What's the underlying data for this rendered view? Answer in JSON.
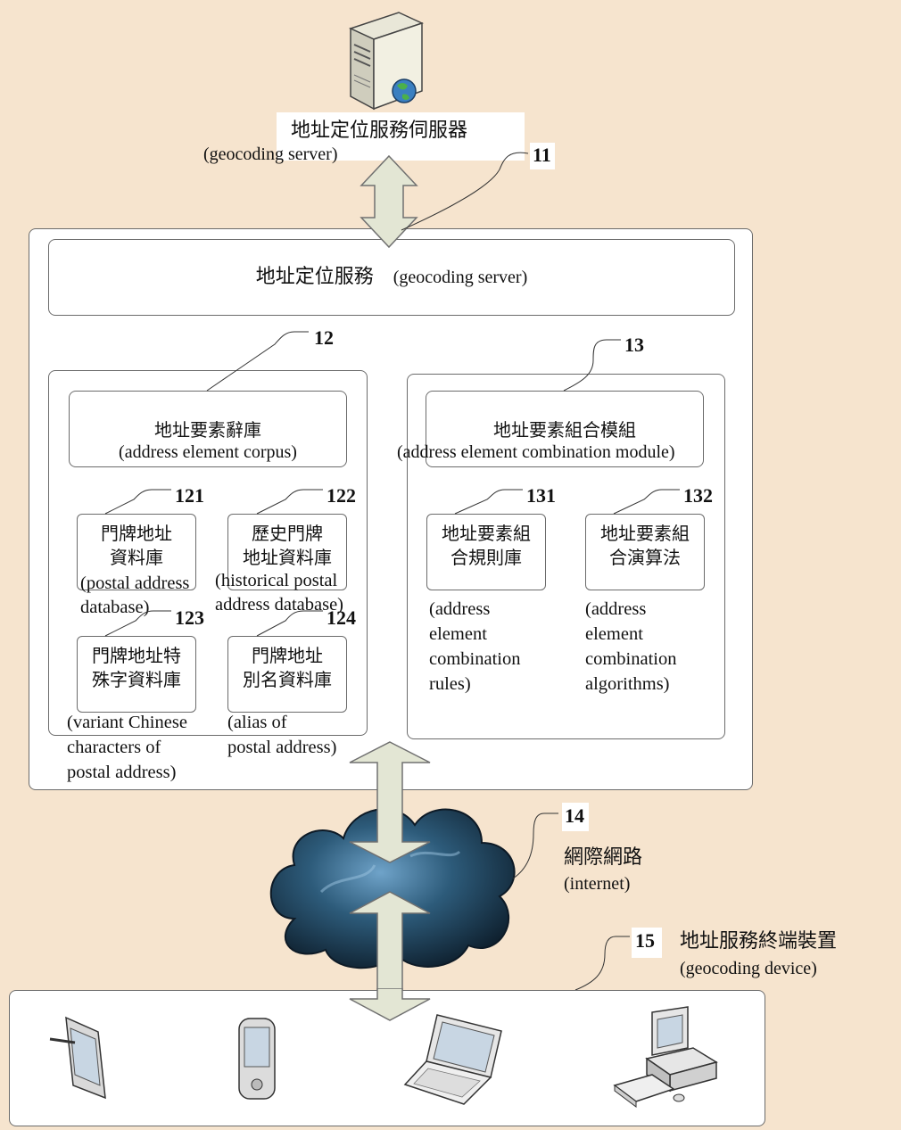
{
  "server": {
    "icon": "server-icon",
    "title_cn": "地址定位服務伺服器",
    "title_en": "(geocoding server)",
    "label": "11"
  },
  "service": {
    "title_cn": "地址定位服務",
    "title_en": "(geocoding server)"
  },
  "corpus": {
    "label": "12",
    "title_cn": "地址要素辭庫",
    "title_en": "(address element corpus)",
    "items": [
      {
        "label": "121",
        "cn_line1": "門牌地址",
        "cn_line2": "資料庫",
        "en_line1": "(postal address",
        "en_line2": "database)"
      },
      {
        "label": "122",
        "cn_line1": "歷史門牌",
        "cn_line2": "地址資料庫",
        "en_line1": "(historical postal",
        "en_line2": "address database)"
      },
      {
        "label": "123",
        "cn_line1": "門牌地址特",
        "cn_line2": "殊字資料庫",
        "en_line1": "(variant Chinese",
        "en_line2": "characters of",
        "en_line3": "postal address)"
      },
      {
        "label": "124",
        "cn_line1": "門牌地址",
        "cn_line2": "別名資料庫",
        "en_line1": "(alias of",
        "en_line2": "postal address)"
      }
    ]
  },
  "combination": {
    "label": "13",
    "title_cn": "地址要素組合模組",
    "title_en": "(address element combination module)",
    "items": [
      {
        "label": "131",
        "cn_line1": "地址要素組",
        "cn_line2": "合規則庫",
        "en_lines": [
          "(address",
          "element",
          "combination",
          "rules)"
        ]
      },
      {
        "label": "132",
        "cn_line1": "地址要素組",
        "cn_line2": "合演算法",
        "en_lines": [
          "(address",
          "element",
          "combination",
          "algorithms)"
        ]
      }
    ]
  },
  "internet": {
    "icon": "cloud-icon",
    "label": "14",
    "title_cn": "網際網路",
    "title_en": "(internet)"
  },
  "devices": {
    "label": "15",
    "title_cn": "地址服務終端裝置",
    "title_en": "(geocoding device)",
    "icons": [
      "tablet-icon",
      "pda-icon",
      "laptop-icon",
      "desktop-computer-icon"
    ]
  },
  "colors": {
    "background": "#f6e4ce",
    "arrow_fill": "#e3e6d4",
    "cloud": "#2d5b7a"
  }
}
